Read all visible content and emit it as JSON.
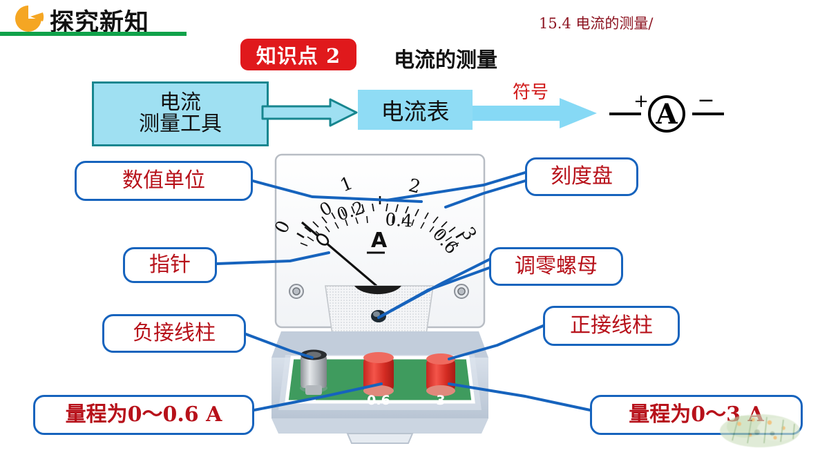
{
  "header": {
    "icon": "pie-chart-icon",
    "title": "探究新知",
    "lesson": "15.4  电流的测量/",
    "rule_color": "#10a24a",
    "lesson_color": "#8c1320"
  },
  "knowledge_point": {
    "badge_label": "知识点 2",
    "badge_color": "#e0191c",
    "title": "电流的测量"
  },
  "flow": {
    "box1_line1": "电流",
    "box1_line2": "测量工具",
    "box1_fill": "#9fe0f2",
    "box1_border": "#17868f",
    "box2_label": "电流表",
    "box2_fill": "#8fdcf5",
    "arrow_label": "符号",
    "arrow_fill": "#86d9f5",
    "symbol_letter": "A",
    "symbol_plus": "+",
    "symbol_minus": "−"
  },
  "meter": {
    "unit_label": "A",
    "outer_ticks": [
      "0",
      "1",
      "2",
      "3"
    ],
    "inner_ticks": [
      "0.2",
      "0.4",
      "0.6"
    ],
    "terminal_labels": [
      "-",
      "0.6",
      "3"
    ],
    "panel_color": "#3f9b5e",
    "body_color": "#ffffff",
    "base_color": "#c6d2e0",
    "negative_terminal_color": "#b9bcc0",
    "positive_terminal_color": "#e8312a"
  },
  "callouts": [
    {
      "id": "numunit",
      "label": "数值单位"
    },
    {
      "id": "dial",
      "label": "刻度盘"
    },
    {
      "id": "needle",
      "label": "指针"
    },
    {
      "id": "zero",
      "label": "调零螺母"
    },
    {
      "id": "negterm",
      "label": "负接线柱"
    },
    {
      "id": "posterm",
      "label": "正接线柱"
    },
    {
      "id": "range06",
      "label": "量程为0～0.6 A"
    },
    {
      "id": "range3",
      "label": "量程为0～3 A"
    }
  ],
  "colors": {
    "callout_border": "#1663bd",
    "callout_text": "#b7111a",
    "leader_line": "#1663bd"
  }
}
